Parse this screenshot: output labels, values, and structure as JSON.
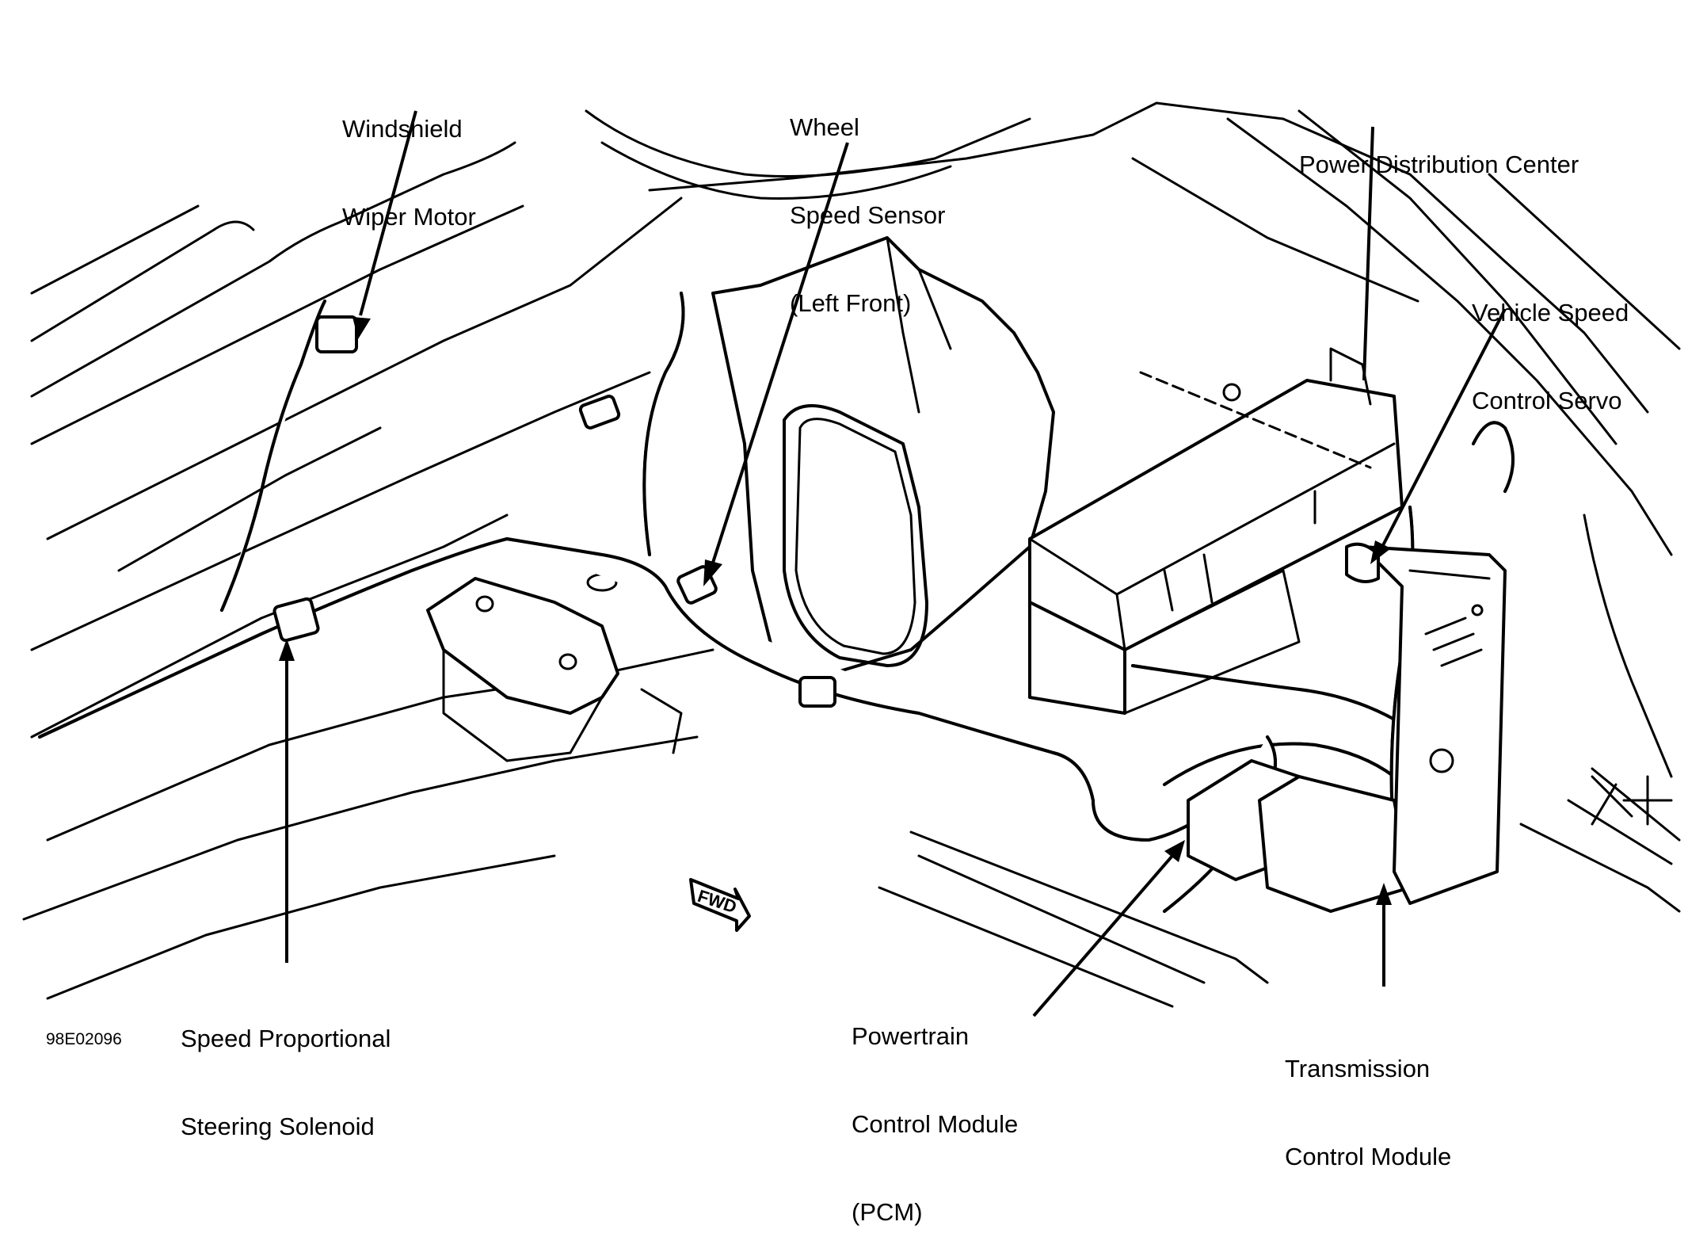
{
  "figure": {
    "id": "98E02096",
    "description": "Engine compartment component locator (line drawing)",
    "direction_marker": "FWD"
  },
  "callouts": [
    {
      "key": "wiper_motor",
      "lines": [
        "Windshield",
        "Wiper Motor"
      ]
    },
    {
      "key": "wheel_speed_sensor",
      "lines": [
        "Wheel",
        "Speed Sensor",
        "(Left Front)"
      ]
    },
    {
      "key": "pdc",
      "lines": [
        "Power Distribution Center"
      ]
    },
    {
      "key": "speed_control_servo",
      "lines": [
        "Vehicle Speed",
        "Control Servo"
      ]
    },
    {
      "key": "steering_solenoid",
      "lines": [
        "Speed Proportional",
        "Steering Solenoid"
      ]
    },
    {
      "key": "pcm",
      "lines": [
        "Powertrain",
        "Control Module",
        "(PCM)"
      ]
    },
    {
      "key": "tcm",
      "lines": [
        "Transmission",
        "Control Module"
      ]
    }
  ]
}
